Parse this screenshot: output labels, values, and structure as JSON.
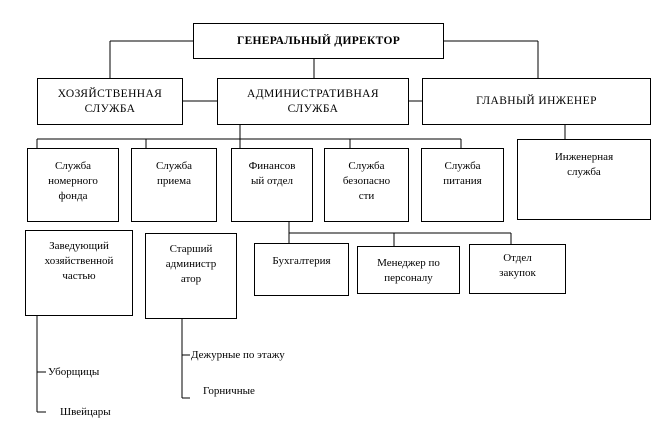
{
  "diagram": {
    "ceo": "ГЕНЕРАЛЬНЫЙ  ДИРЕКТОР",
    "level1": {
      "household": "ХОЗЯЙСТВЕННАЯ\nСЛУЖБА",
      "administrative": "АДМИНИСТРАТИВНАЯ\nСЛУЖБА",
      "chief_engineer": "ГЛАВНЫЙ  ИНЖЕНЕР"
    },
    "level2": {
      "room_fund": "Служба\nномерного\nфонда",
      "reception": "Служба\nприема",
      "finance": "Финансов\nый отдел",
      "security": "Служба\nбезопасно\nсти",
      "catering": "Служба\nпитания",
      "engineering": "Инженерная\nслужба"
    },
    "level3": {
      "housekeeping_head": "Заведующий\nхозяйственной\nчастью",
      "senior_admin": "Старший\nадминистр\nатор",
      "accounting": "Бухгалтерия",
      "hr_manager": "Менеджер по\nперсоналу",
      "procurement": "Отдел\nзакупок"
    },
    "leaves": {
      "cleaners": "Уборщицы",
      "doormen": "Швейцары",
      "floor_duty": "Дежурные по этажу",
      "maids": "Горничные"
    }
  }
}
